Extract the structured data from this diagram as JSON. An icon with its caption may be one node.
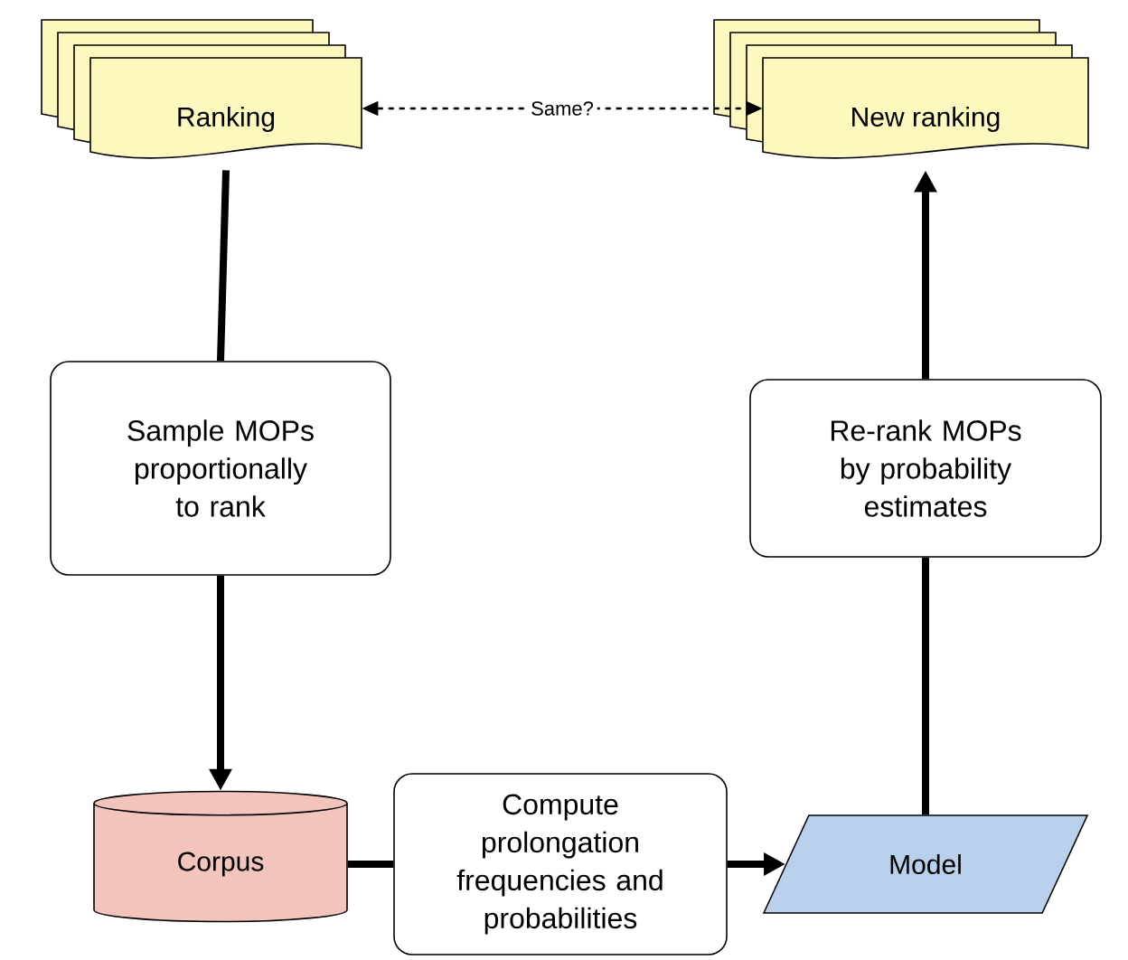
{
  "diagram": {
    "nodes": [
      {
        "text": [
          "Ranking"
        ]
      },
      {
        "text": [
          "New ranking"
        ]
      },
      {
        "text": [
          "Sample MOPs proportionally to rank"
        ]
      },
      {
        "text": [
          "Corpus"
        ]
      },
      {
        "text": [
          "Compute prolongation frequencies and probabilities"
        ]
      },
      {
        "text": [
          "Model"
        ]
      },
      {
        "text": [
          "Re-rank MOPs by probability estimates"
        ]
      }
    ],
    "edges": [
      {
        "from": 0,
        "to": 1,
        "arrow": "both",
        "label": "Same?",
        "style": "dashed"
      },
      {
        "from": 0,
        "to": 2,
        "arrow": "none"
      },
      {
        "from": 2,
        "to": 3,
        "arrow": "to"
      },
      {
        "from": 3,
        "to": 4,
        "arrow": "none"
      },
      {
        "from": 4,
        "to": 5,
        "arrow": "to"
      },
      {
        "from": 5,
        "to": 6,
        "arrow": "none"
      },
      {
        "from": 6,
        "to": 1,
        "arrow": "to"
      }
    ]
  }
}
